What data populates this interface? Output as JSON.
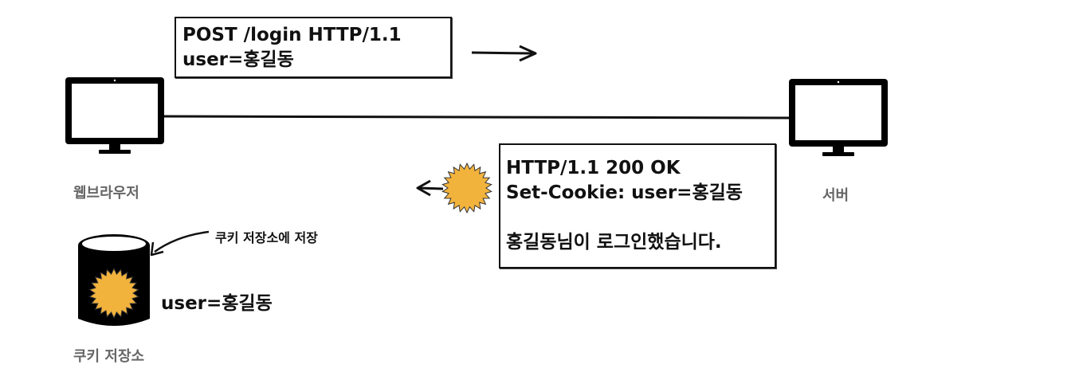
{
  "request": {
    "line1": "POST /login HTTP/1.1",
    "line2": "user=홍길동"
  },
  "response": {
    "line1": "HTTP/1.1 200 OK",
    "line2": "Set-Cookie: user=홍길동",
    "line3": "",
    "line4": "홍길동님이 로그인했습니다."
  },
  "nodes": {
    "browser_label": "웹브라우저",
    "server_label": "서버",
    "cookie_store_label": "쿠키 저장소"
  },
  "annotations": {
    "store_arrow_label": "쿠키 저장소에 저장",
    "stored_value": "user=홍길동"
  },
  "colors": {
    "cookie_fill": "#F2B33D",
    "line": "#111111"
  },
  "icons": {
    "browser": "monitor-icon",
    "server": "monitor-icon",
    "store": "cylinder-database-icon",
    "cookie": "starburst-cookie-icon"
  }
}
